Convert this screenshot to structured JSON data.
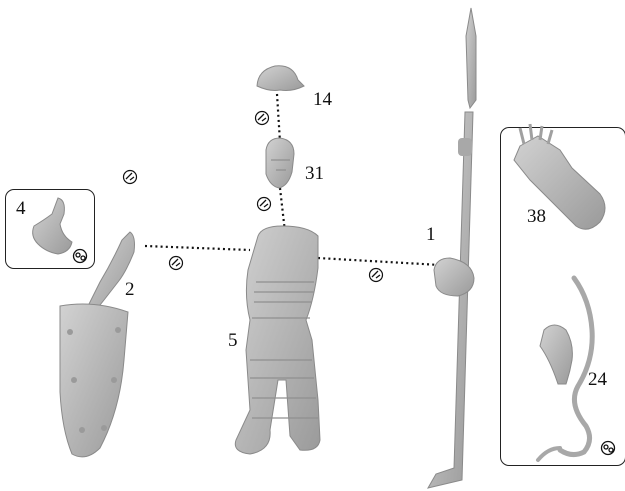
{
  "labels": {
    "helmet": "14",
    "head": "31",
    "spear": "1",
    "arm_bent": "4",
    "arm_sword": "2",
    "torso_legs": "5",
    "quiver": "38",
    "bow": "24"
  },
  "icons": {
    "glue": "glue-drop-icon",
    "bits_optional": "gears-icon"
  },
  "colors": {
    "part": "#b9b9b9",
    "part_shadow": "#8f8f8f",
    "outline": "#222222",
    "leader": "#111111"
  }
}
